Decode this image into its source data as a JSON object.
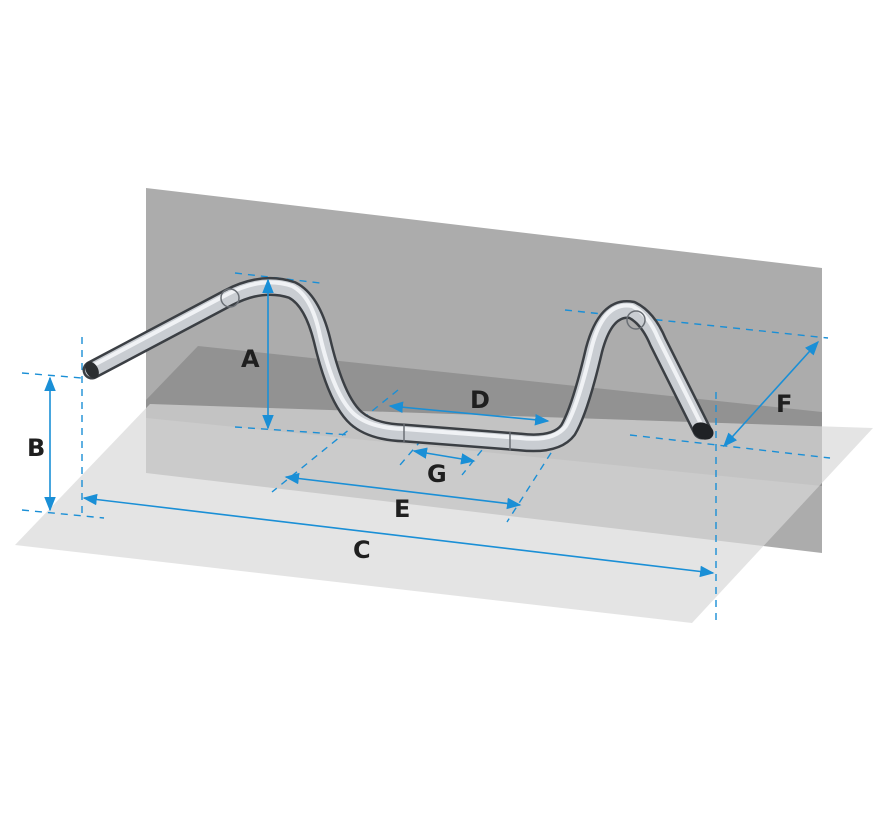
{
  "diagram": {
    "labels": {
      "A": "A",
      "B": "B",
      "C": "C",
      "D": "D",
      "E": "E",
      "F": "F",
      "G": "G"
    },
    "colors": {
      "dimension_line": "#1a8fd6",
      "vertical_plane": "#9e9e9e",
      "floor_plane": "#dcdcdc",
      "chrome_dark": "#3b3f44",
      "chrome_light": "#f4f6f8"
    }
  }
}
